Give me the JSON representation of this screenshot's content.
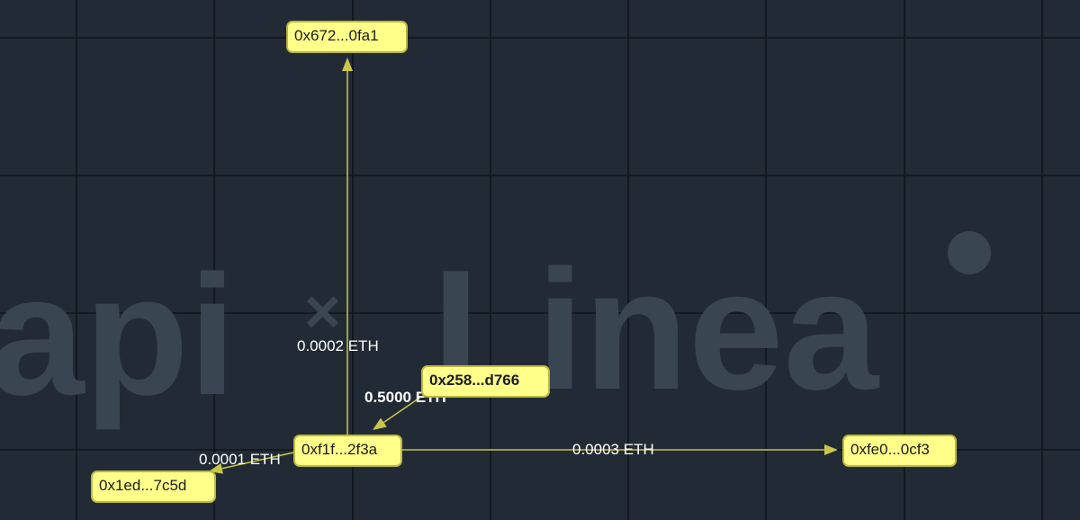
{
  "watermark": {
    "left": "api",
    "separator": "×",
    "right": "Linea"
  },
  "nodes": [
    {
      "id": "n672",
      "label": "0x672...0fa1",
      "bold": false
    },
    {
      "id": "n258",
      "label": "0x258...d766",
      "bold": true
    },
    {
      "id": "nf1f",
      "label": "0xf1f...2f3a",
      "bold": false
    },
    {
      "id": "nfe0",
      "label": "0xfe0...0cf3",
      "bold": false
    },
    {
      "id": "n1ed",
      "label": "0x1ed...7c5d",
      "bold": false
    }
  ],
  "edges": [
    {
      "from": "nf1f",
      "to": "n672",
      "label": "0.0002 ETH",
      "bold": false
    },
    {
      "from": "n258",
      "to": "nf1f",
      "label": "0.5000 ETH",
      "bold": true
    },
    {
      "from": "nf1f",
      "to": "nfe0",
      "label": "0.0003 ETH",
      "bold": false
    },
    {
      "from": "nf1f",
      "to": "n1ed",
      "label": "0.0001 ETH",
      "bold": false
    }
  ],
  "colors": {
    "background": "#222b35",
    "grid": "#0f141a",
    "node_fill": "#ffff8a",
    "node_border": "#bdb740",
    "edge": "#c9c64a",
    "edge_label": "#ffffff"
  }
}
